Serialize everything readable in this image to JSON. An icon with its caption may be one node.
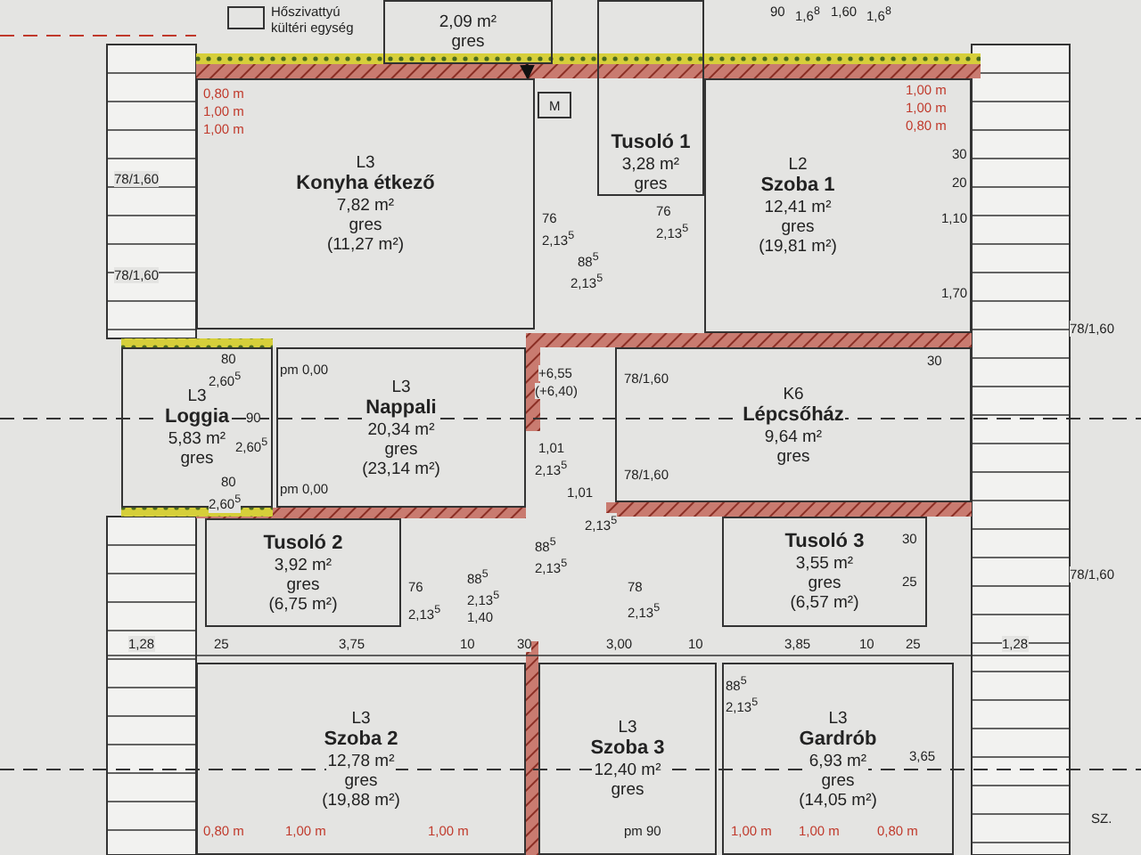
{
  "diagram": {
    "nodes": [
      {
        "text": [
          "2,09 m²",
          "gres"
        ]
      },
      {
        "text": [
          "Tusoló 1",
          "3,28 m²",
          "gres"
        ]
      },
      {
        "text": [
          "L3",
          "Konyha étkező",
          "7,82 m²",
          "gres",
          "(11,27 m²)"
        ]
      },
      {
        "text": [
          "L2",
          "Szoba 1",
          "12,41 m²",
          "gres",
          "(19,81 m²)"
        ]
      },
      {
        "text": [
          "L3",
          "Loggia",
          "5,83 m²",
          "gres"
        ]
      },
      {
        "text": [
          "L3",
          "Nappali",
          "20,34 m²",
          "gres",
          "(23,14 m²)"
        ]
      },
      {
        "text": [
          "K6",
          "Lépcsőház",
          "9,64 m²",
          "gres"
        ]
      },
      {
        "text": [
          "Tusoló 2",
          "3,92 m²",
          "gres",
          "(6,75 m²)"
        ]
      },
      {
        "text": [
          "Tusoló 3",
          "3,55 m²",
          "gres",
          "(6,57 m²)"
        ]
      },
      {
        "text": [
          "L3",
          "Szoba 2",
          "12,78 m²",
          "gres",
          "(19,88 m²)"
        ]
      },
      {
        "text": [
          "L3",
          "Szoba 3",
          "12,40 m²",
          "gres"
        ]
      },
      {
        "text": [
          "L3",
          "Gardrób",
          "6,93 m²",
          "gres",
          "(14,05 m²)"
        ]
      }
    ],
    "edges": [
      {
        "from": 0,
        "to": 2,
        "arrow": "to"
      }
    ],
    "labels": [
      "Hőszivattyú kültéri egység",
      "90",
      "1,6$^{8}$",
      "1,60",
      "1,6$^{8}$",
      "0,80 m",
      "1,00 m",
      "1,00 m",
      "M",
      "1,00 m",
      "1,00 m",
      "0,80 m",
      "30",
      "20",
      "1,10",
      "1,70",
      "78/1,60",
      "78/1,60",
      "76",
      "2,13$^{5}$",
      "88$^{5}$",
      "2,13$^{5}$",
      "76",
      "2,13$^{5}$",
      "80",
      "2,60$^{5}$",
      "90",
      "2,60$^{5}$",
      "80",
      "2,60$^{5}$",
      "pm 0,00",
      "pm 0,00",
      "+6,55",
      "(+6,40)",
      "1,01",
      "2,13$^{5}$",
      "1,01",
      "2,13$^{5}$",
      "88$^{5}$",
      "2,13$^{5}$",
      "78/1,60",
      "78/1,60",
      "30",
      "76",
      "2,13$^{5}$",
      "88$^{5}$",
      "2,13$^{5}$",
      "1,40",
      "78",
      "2,13$^{5}$",
      "30",
      "25",
      "78/1,60",
      "78/1,60",
      "1,28",
      "25",
      "3,75",
      "10",
      "30",
      "3,00",
      "10",
      "3,85",
      "10",
      "25",
      "1,28",
      "88$^{5}$",
      "2,13$^{5}$",
      "3,65",
      "0,80 m",
      "1,00 m",
      "1,00 m",
      "pm 90",
      "1,00 m",
      "1,00 m",
      "0,80 m",
      "SZ."
    ]
  }
}
